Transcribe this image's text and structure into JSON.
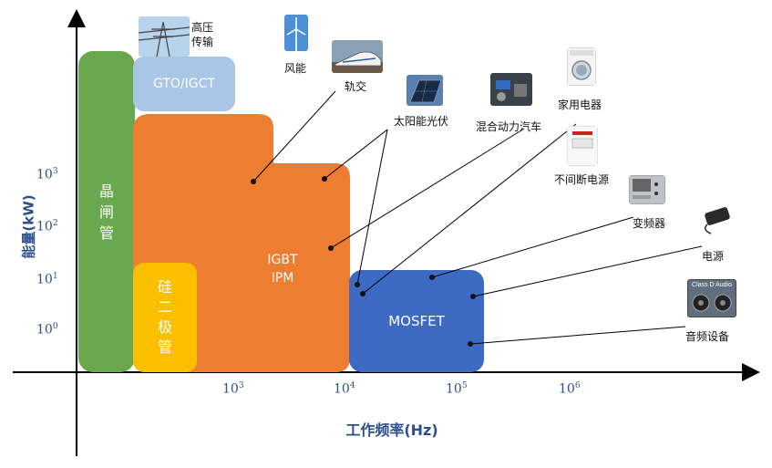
{
  "axes": {
    "y_label": "能量(kW)",
    "x_label": "工作频率(Hz)",
    "y_ticks": [
      {
        "base": "10",
        "exp": "0"
      },
      {
        "base": "10",
        "exp": "1"
      },
      {
        "base": "10",
        "exp": "2"
      },
      {
        "base": "10",
        "exp": "3"
      }
    ],
    "x_ticks": [
      {
        "base": "10",
        "exp": "3"
      },
      {
        "base": "10",
        "exp": "4"
      },
      {
        "base": "10",
        "exp": "5"
      },
      {
        "base": "10",
        "exp": "6"
      }
    ]
  },
  "zones": {
    "thyristor": {
      "lines": [
        "晶",
        "闸",
        "管"
      ],
      "color": "#6aa84f"
    },
    "diode": {
      "lines": [
        "硅",
        "二",
        "极",
        "管"
      ],
      "color": "#f9bf00"
    },
    "igbt": {
      "lines": [
        "IGBT",
        "IPM"
      ],
      "color": "#ec7d31"
    },
    "gto": {
      "lines": [
        "GTO/IGCT"
      ],
      "color": "#a9c6e6"
    },
    "mosfet": {
      "lines": [
        "MOSFET"
      ],
      "color": "#3d6ac3"
    }
  },
  "applications": {
    "hv": "高压\n传输",
    "wind": "风能",
    "rail": "轨交",
    "solar": "太阳能光伏",
    "hybrid": "混合动力汽车",
    "appliance": "家用电器",
    "ups": "不间断电源",
    "inverter": "变频器",
    "power": "电源",
    "audio": "音频设备",
    "audio_badge": "Class D Audio"
  }
}
